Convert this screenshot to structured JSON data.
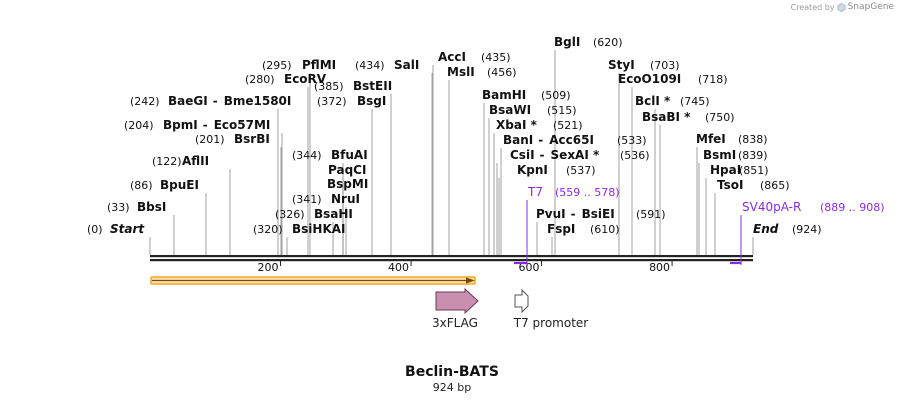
{
  "credit": {
    "prefix": "Created by",
    "brand": "SnapGene"
  },
  "map": {
    "name": "Beclin-BATS",
    "length_label": "924 bp",
    "length": 924,
    "start_label": "Start",
    "start_pos": "(0)",
    "end_label": "End",
    "end_pos": "(924)",
    "ticks": [
      {
        "value": 200,
        "label": "200"
      },
      {
        "value": 400,
        "label": "400"
      },
      {
        "value": 600,
        "label": "600"
      },
      {
        "value": 800,
        "label": "800"
      }
    ]
  },
  "sites": [
    {
      "parts": [
        {
          "name": "BbsI"
        }
      ],
      "pos": "(33)",
      "site": 33
    },
    {
      "parts": [
        {
          "name": "BpuEI"
        }
      ],
      "pos": "(86)",
      "site": 86
    },
    {
      "parts": [
        {
          "name": "AflII"
        }
      ],
      "pos": "(122)",
      "site": 122
    },
    {
      "parts": [
        {
          "name": "BpmI"
        },
        {
          "name": "Eco57MI"
        }
      ],
      "pos": "(204)",
      "site": 204
    },
    {
      "parts": [
        {
          "name": "BsrBI"
        }
      ],
      "pos": "(201)",
      "site": 201
    },
    {
      "parts": [
        {
          "name": "BaeGI"
        },
        {
          "name": "Bme1580I"
        }
      ],
      "pos": "(242)",
      "site": 242
    },
    {
      "parts": [
        {
          "name": "EcoRV"
        }
      ],
      "pos": "(280)",
      "site": 280
    },
    {
      "parts": [
        {
          "name": "PflMI"
        }
      ],
      "pos": "(295)",
      "site": 295
    },
    {
      "parts": [
        {
          "name": "BsiHKAI"
        }
      ],
      "pos": "(320)",
      "site": 320
    },
    {
      "parts": [
        {
          "name": "BsaHI"
        }
      ],
      "pos": "(326)",
      "site": 326
    },
    {
      "parts": [
        {
          "name": "NruI"
        }
      ],
      "pos": "(341)",
      "site": 341
    },
    {
      "parts": [
        {
          "name": "BfuAI"
        }
      ],
      "pos": "(344)",
      "site": 344
    },
    {
      "parts": [
        {
          "name": "PaqCI"
        }
      ],
      "pos": "",
      "site": 344
    },
    {
      "parts": [
        {
          "name": "BspMI"
        }
      ],
      "pos": "",
      "site": 344
    },
    {
      "parts": [
        {
          "name": "BsgI"
        }
      ],
      "pos": "(372)",
      "site": 372
    },
    {
      "parts": [
        {
          "name": "BstEII"
        }
      ],
      "pos": "(385)",
      "site": 385
    },
    {
      "parts": [
        {
          "name": "SalI"
        }
      ],
      "pos": "(434)",
      "site": 434
    },
    {
      "parts": [
        {
          "name": "AccI"
        }
      ],
      "pos": "(435)",
      "site": 435
    },
    {
      "parts": [
        {
          "name": "MslI"
        }
      ],
      "pos": "(456)",
      "site": 456
    },
    {
      "parts": [
        {
          "name": "BamHI"
        }
      ],
      "pos": "(509)",
      "site": 509
    },
    {
      "parts": [
        {
          "name": "BsaWI"
        }
      ],
      "pos": "(515)",
      "site": 515
    },
    {
      "parts": [
        {
          "name": "XbaI *"
        }
      ],
      "pos": "(521)",
      "site": 521
    },
    {
      "parts": [
        {
          "name": "BanI"
        },
        {
          "name": "Acc65I"
        }
      ],
      "pos": "(533)",
      "site": 533
    },
    {
      "parts": [
        {
          "name": "CsiI"
        },
        {
          "name": "SexAI *"
        }
      ],
      "pos": "(536)",
      "site": 536
    },
    {
      "parts": [
        {
          "name": "KpnI"
        }
      ],
      "pos": "(537)",
      "site": 537
    },
    {
      "parts": [
        {
          "name": "PvuI"
        },
        {
          "name": "BsiEI"
        }
      ],
      "pos": "(591)",
      "site": 591
    },
    {
      "parts": [
        {
          "name": "FspI"
        }
      ],
      "pos": "(610)",
      "site": 610
    },
    {
      "parts": [
        {
          "name": "BglI"
        }
      ],
      "pos": "(620)",
      "site": 620
    },
    {
      "parts": [
        {
          "name": "StyI"
        }
      ],
      "pos": "(703)",
      "site": 703
    },
    {
      "parts": [
        {
          "name": "EcoO109I"
        }
      ],
      "pos": "(718)",
      "site": 718
    },
    {
      "parts": [
        {
          "name": "BclI *"
        }
      ],
      "pos": "(745)",
      "site": 745
    },
    {
      "parts": [
        {
          "name": "BsaBI *"
        }
      ],
      "pos": "(750)",
      "site": 750
    },
    {
      "parts": [
        {
          "name": "MfeI"
        }
      ],
      "pos": "(838)",
      "site": 838
    },
    {
      "parts": [
        {
          "name": "BsmI"
        }
      ],
      "pos": "(839)",
      "site": 839
    },
    {
      "parts": [
        {
          "name": "HpaI"
        }
      ],
      "pos": "(851)",
      "site": 851
    },
    {
      "parts": [
        {
          "name": "TsoI"
        }
      ],
      "pos": "(865)",
      "site": 865
    }
  ],
  "primers": [
    {
      "name": "T7",
      "range": "(559 .. 578)",
      "start": 559,
      "end": 578
    },
    {
      "name": "SV40pA-R",
      "range": "(889 .. 908)",
      "start": 889,
      "end": 908
    }
  ],
  "features": [
    {
      "name": "3xFLAG",
      "type": "CDS",
      "color": "#c98fae"
    },
    {
      "name": "T7 promoter",
      "type": "promoter",
      "color": "#ffffff"
    }
  ],
  "orf_color": "#f5a623",
  "primer_color": "#8a2be2"
}
